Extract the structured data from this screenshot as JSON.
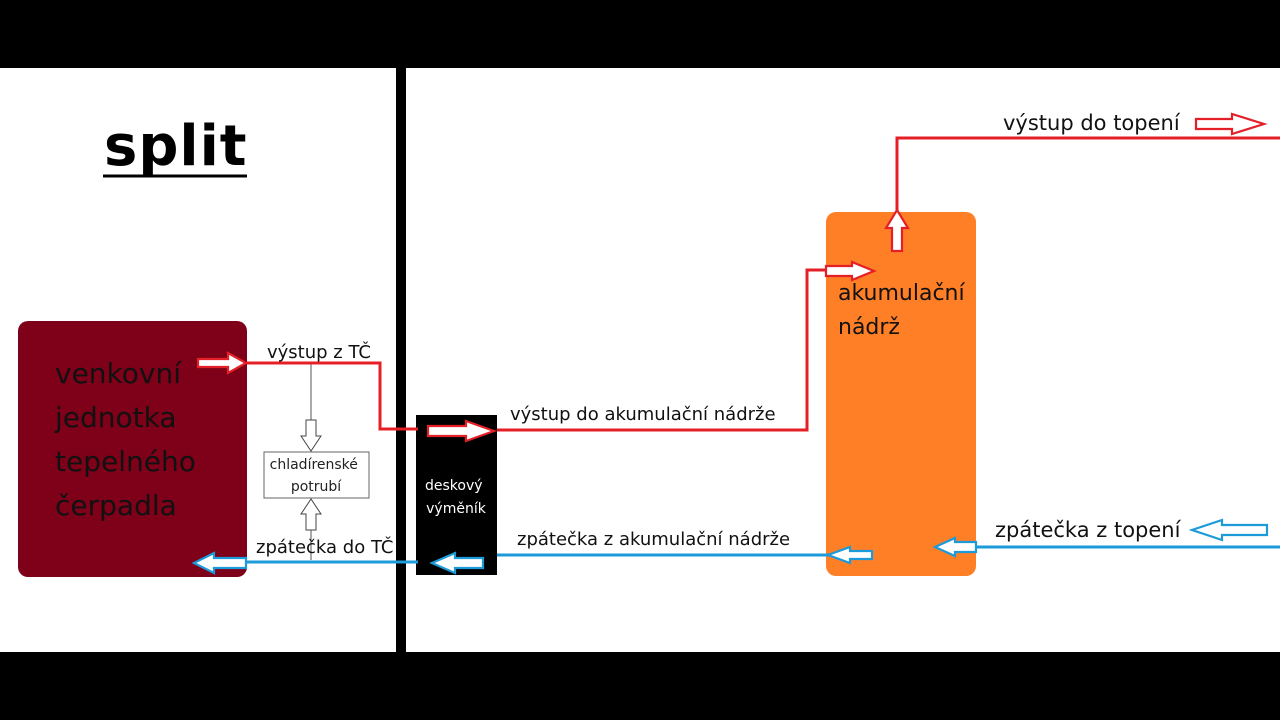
{
  "title": "split",
  "outdoor_unit": {
    "lines": [
      "venkovní",
      "jednotka",
      "tepelného",
      "čerpadla"
    ]
  },
  "refrigerant_pipe": {
    "lines": [
      "chladírenské",
      "potrubí"
    ]
  },
  "plate_exchanger": {
    "lines": [
      "deskový",
      "výměník"
    ]
  },
  "storage_tank": {
    "lines": [
      "akumulační",
      "nádrž"
    ]
  },
  "flows": {
    "output_from_hp": "výstup z TČ",
    "return_to_hp": "zpátečka do TČ",
    "output_to_tank": "výstup do akumulační nádrže",
    "return_from_tank": "zpátečka z akumulační nádrže",
    "output_to_heating": "výstup do topení",
    "return_from_heating": "zpátečka z topení"
  },
  "colors": {
    "supply": "#e41f26",
    "return": "#1d9ad9",
    "outdoor_unit": "#7e0019",
    "tank": "#ff7f27",
    "exchanger": "#000000",
    "wall": "#000000",
    "background": "#ffffff",
    "letterbox": "#000000"
  }
}
